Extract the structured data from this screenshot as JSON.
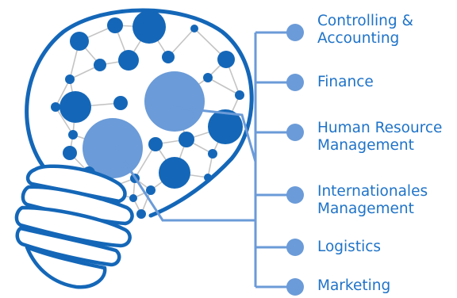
{
  "colors": {
    "dark_blue": "#1467b8",
    "light_blue": "#6b9bd8",
    "line_gray": "#c4c4c4",
    "connector": "#6b9bd8",
    "text": "#1f73c8"
  },
  "items": [
    {
      "label": "Controlling &\nAccounting"
    },
    {
      "label": "Finance"
    },
    {
      "label": "Human Resource\nManagement"
    },
    {
      "label": "Internationales\nManagement"
    },
    {
      "label": "Logistics"
    },
    {
      "label": "Marketing"
    }
  ]
}
